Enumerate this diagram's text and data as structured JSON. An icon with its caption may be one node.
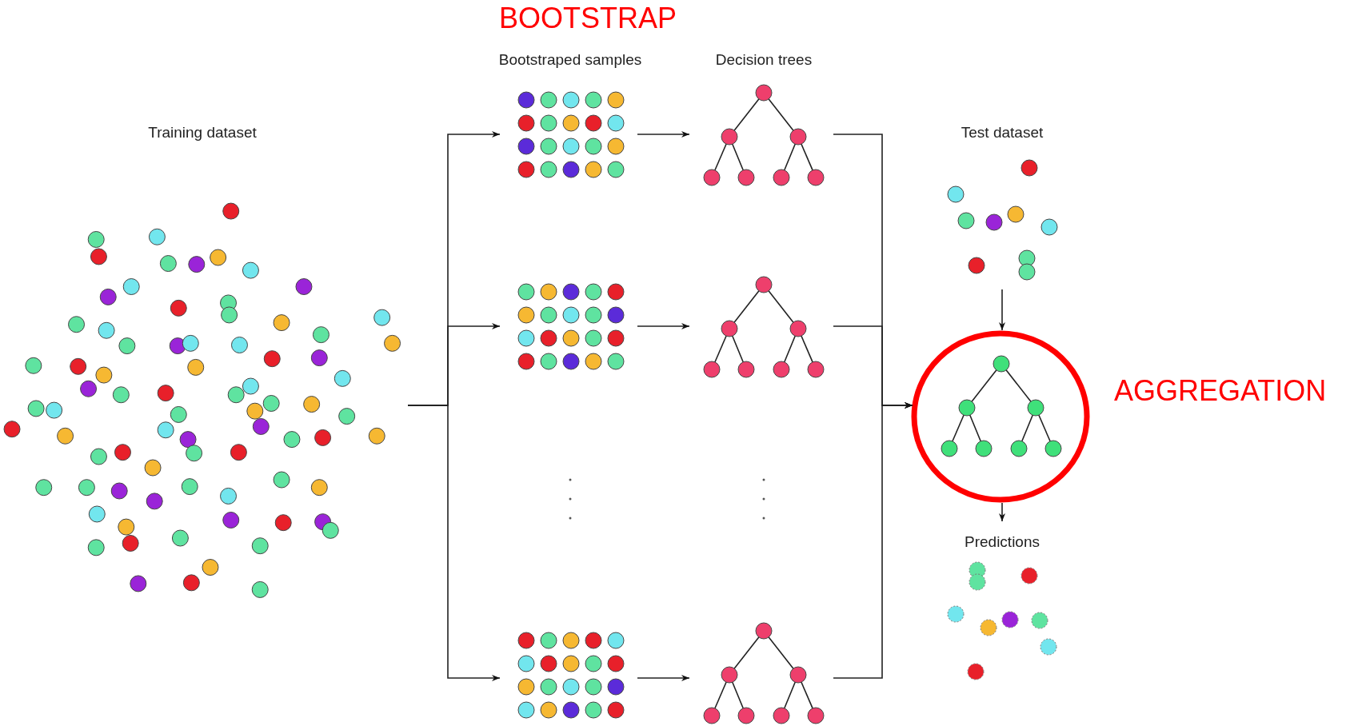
{
  "diagram": {
    "nodes": [
      {
        "text": [
          "Training dataset"
        ]
      },
      {
        "text": [
          "Bootstraped samples"
        ]
      },
      {
        "text": [
          "Decision trees"
        ]
      },
      {
        "text": [],
        "shape": "picture"
      },
      {
        "text": [],
        "shape": "picture"
      },
      {
        "text": [],
        "shape": "picture"
      },
      {
        "text": [],
        "shape": "picture"
      },
      {
        "text": [
          "Test dataset"
        ]
      },
      {
        "text": [
          "AGGREGATION"
        ]
      },
      {
        "text": [
          "Predictions"
        ]
      }
    ],
    "edges": [
      {
        "from": 0,
        "to": 1,
        "arrow": "to"
      },
      {
        "from": 0,
        "to": 3,
        "arrow": "to"
      },
      {
        "from": 0,
        "to": 5,
        "arrow": "to"
      },
      {
        "from": 1,
        "to": 2,
        "arrow": "to"
      },
      {
        "from": 3,
        "to": 4,
        "arrow": "to"
      },
      {
        "from": 5,
        "to": 6,
        "arrow": "to"
      },
      {
        "from": 2,
        "to": 8,
        "arrow": "to"
      },
      {
        "from": 4,
        "to": 8,
        "arrow": "to"
      },
      {
        "from": 6,
        "to": 8,
        "arrow": "to"
      },
      {
        "from": 7,
        "to": 8,
        "arrow": "to"
      },
      {
        "from": 8,
        "to": 9,
        "arrow": "to"
      }
    ],
    "labels": [
      "BOOTSTRAP"
    ]
  }
}
